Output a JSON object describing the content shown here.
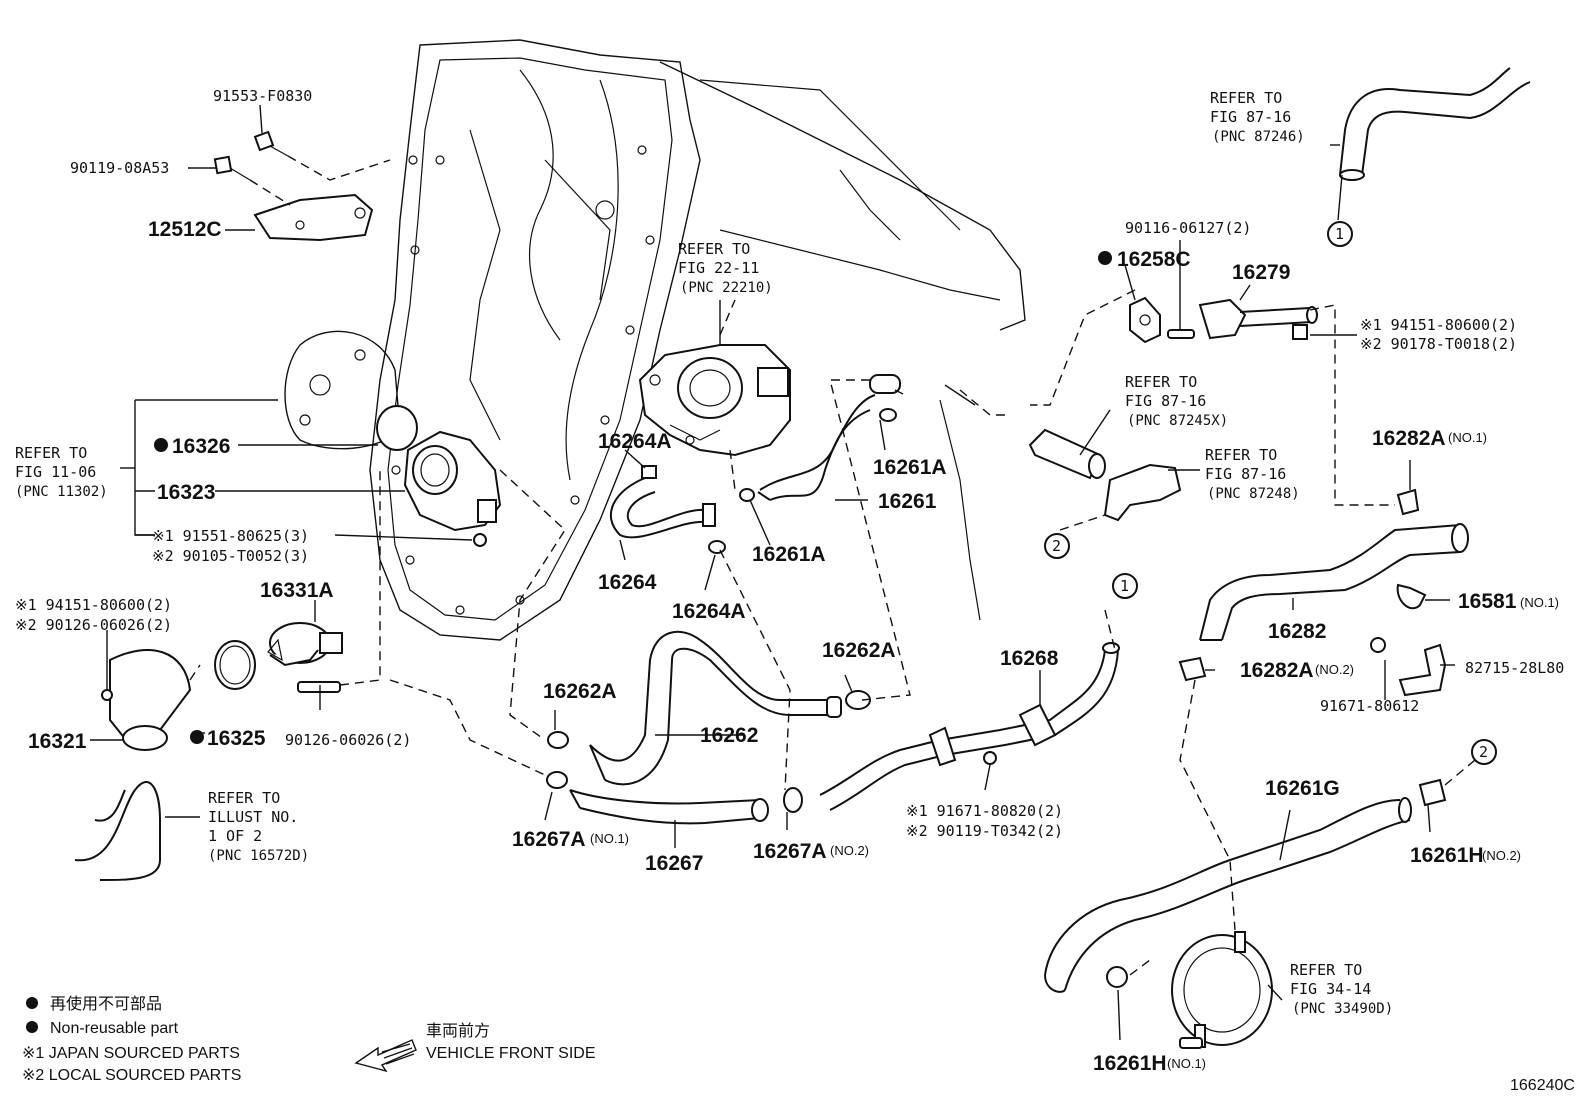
{
  "figure_id": "166240C",
  "legend": {
    "non_reusable_jp": "再使用不可部品",
    "non_reusable_en": "Non-reusable part",
    "japan_sourced": "※1 JAPAN SOURCED PARTS",
    "local_sourced": "※2 LOCAL SOURCED PARTS",
    "front_jp": "車両前方",
    "front_en": "VEHICLE FRONT SIDE"
  },
  "callouts": {
    "p91553": "91553-F0830",
    "p90119a": "90119-08A53",
    "p12512c": "12512C",
    "p16326": "16326",
    "p16323": "16323",
    "p91551": "※1 91551-80625(3)",
    "p90105": "※2 90105-T0052(3)",
    "p94151a": "※1 94151-80600(2)",
    "p90126a": "※2 90126-06026(2)",
    "p16331a": "16331A",
    "p16321": "16321",
    "p16325": "16325",
    "p90126b": "90126-06026(2)",
    "p16264a1": "16264A",
    "p16264": "16264",
    "p16264a2": "16264A",
    "p16261a1": "16261A",
    "p16261": "16261",
    "p16261a2": "16261A",
    "p16262a1": "16262A",
    "p16262a2": "16262A",
    "p16262": "16262",
    "p16267a1": "16267A",
    "p16267a1_note": "(NO.1)",
    "p16267": "16267",
    "p16267a2": "16267A",
    "p16267a2_note": "(NO.2)",
    "p16268": "16268",
    "p91671a": "※1 91671-80820(2)",
    "p90119b": "※2 90119-T0342(2)",
    "p16258c": "16258C",
    "p90116": "90116-06127(2)",
    "p16279": "16279",
    "p94151b": "※1 94151-80600(2)",
    "p90178": "※2 90178-T0018(2)",
    "p16282a1": "16282A",
    "p16282a1_note": "(NO.1)",
    "p16282": "16282",
    "p16581": "16581",
    "p16581_note": "(NO.1)",
    "p16282a2": "16282A",
    "p16282a2_note": "(NO.2)",
    "p82715": "82715-28L80",
    "p91671b": "91671-80612",
    "p16261g": "16261G",
    "p16261h2": "16261H",
    "p16261h2_note": "(NO.2)",
    "p16261h1": "16261H",
    "p16261h1_note": "(NO.1)"
  },
  "refs": {
    "r1": [
      "REFER TO",
      "FIG 87-16",
      "(PNC 87246)"
    ],
    "r2": [
      "REFER TO",
      "FIG 22-11",
      "(PNC 22210)"
    ],
    "r3": [
      "REFER TO",
      "FIG 11-06",
      "(PNC 11302)"
    ],
    "r4": [
      "REFER TO",
      "FIG 87-16",
      "(PNC 87245X)"
    ],
    "r5": [
      "REFER TO",
      "FIG 87-16",
      "(PNC 87248)"
    ],
    "r6": [
      "REFER TO",
      "ILLUST NO.",
      "1 OF 2",
      "(PNC 16572D)"
    ],
    "r7": [
      "REFER TO",
      "FIG 34-14",
      "(PNC 33490D)"
    ]
  },
  "circle_marks": {
    "c1": "1",
    "c2": "2"
  }
}
